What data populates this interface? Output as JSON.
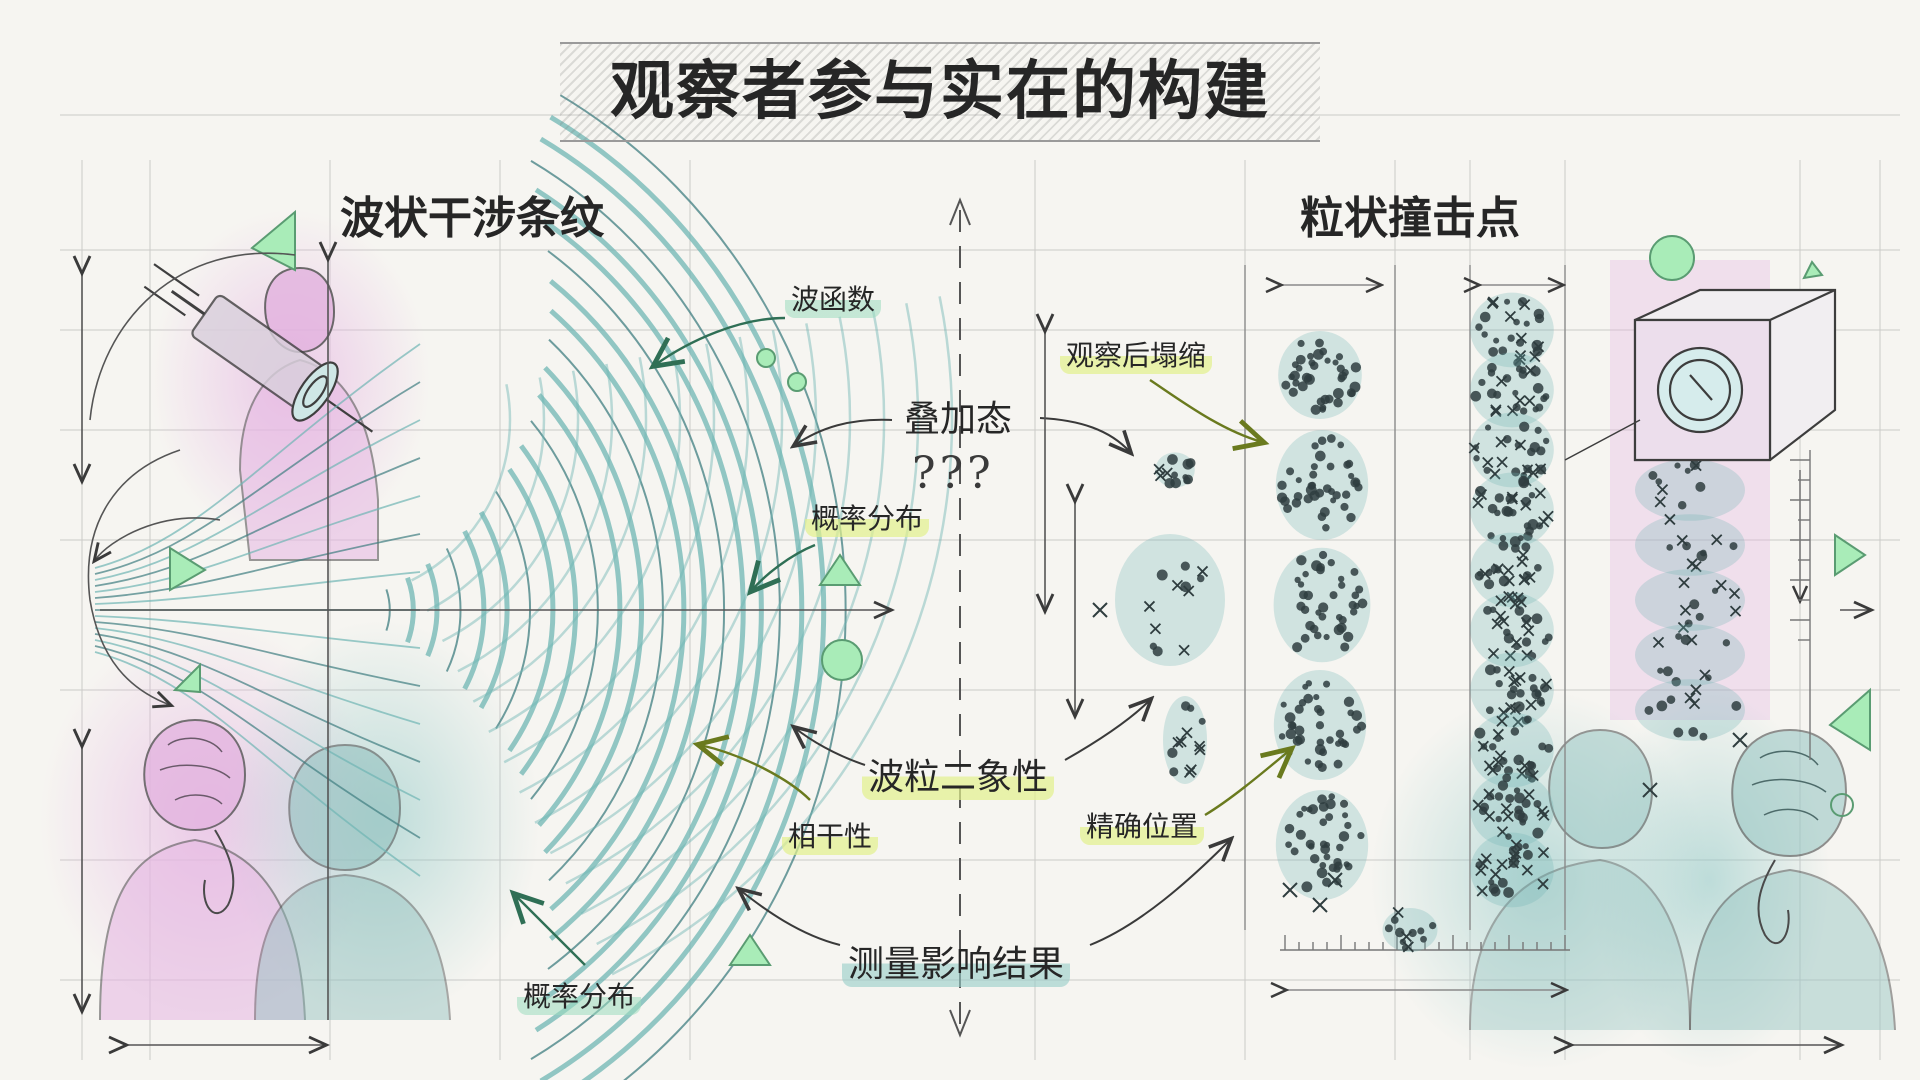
{
  "title": "观察者参与实在的构建",
  "headings": {
    "left": "波状干涉条纹",
    "right": "粒状撞击点"
  },
  "labels": {
    "wave_function": "波函数",
    "superposition": "叠加态",
    "question_marks": "???",
    "probability_distribution_1": "概率分布",
    "wave_particle_duality": "波粒二象性",
    "coherence": "相干性",
    "probability_distribution_2": "概率分布",
    "measurement_affects_result": "测量影响结果",
    "collapse_after_observation": "观察后塌缩",
    "precise_position": "精确位置"
  },
  "colors": {
    "wave": "#6fb5b3",
    "wave_dark": "#3f7e80",
    "pink": "#e6b7e3",
    "accent_green": "#8fe0a6",
    "dot": "#2f3d3f",
    "grid": "#9c9c9c",
    "highlight_yellow": "#e2f08c"
  },
  "icons": [
    "observer-head-icon",
    "syringe-particle-source-icon",
    "detector-box-icon",
    "triangle-icon",
    "circle-icon"
  ]
}
